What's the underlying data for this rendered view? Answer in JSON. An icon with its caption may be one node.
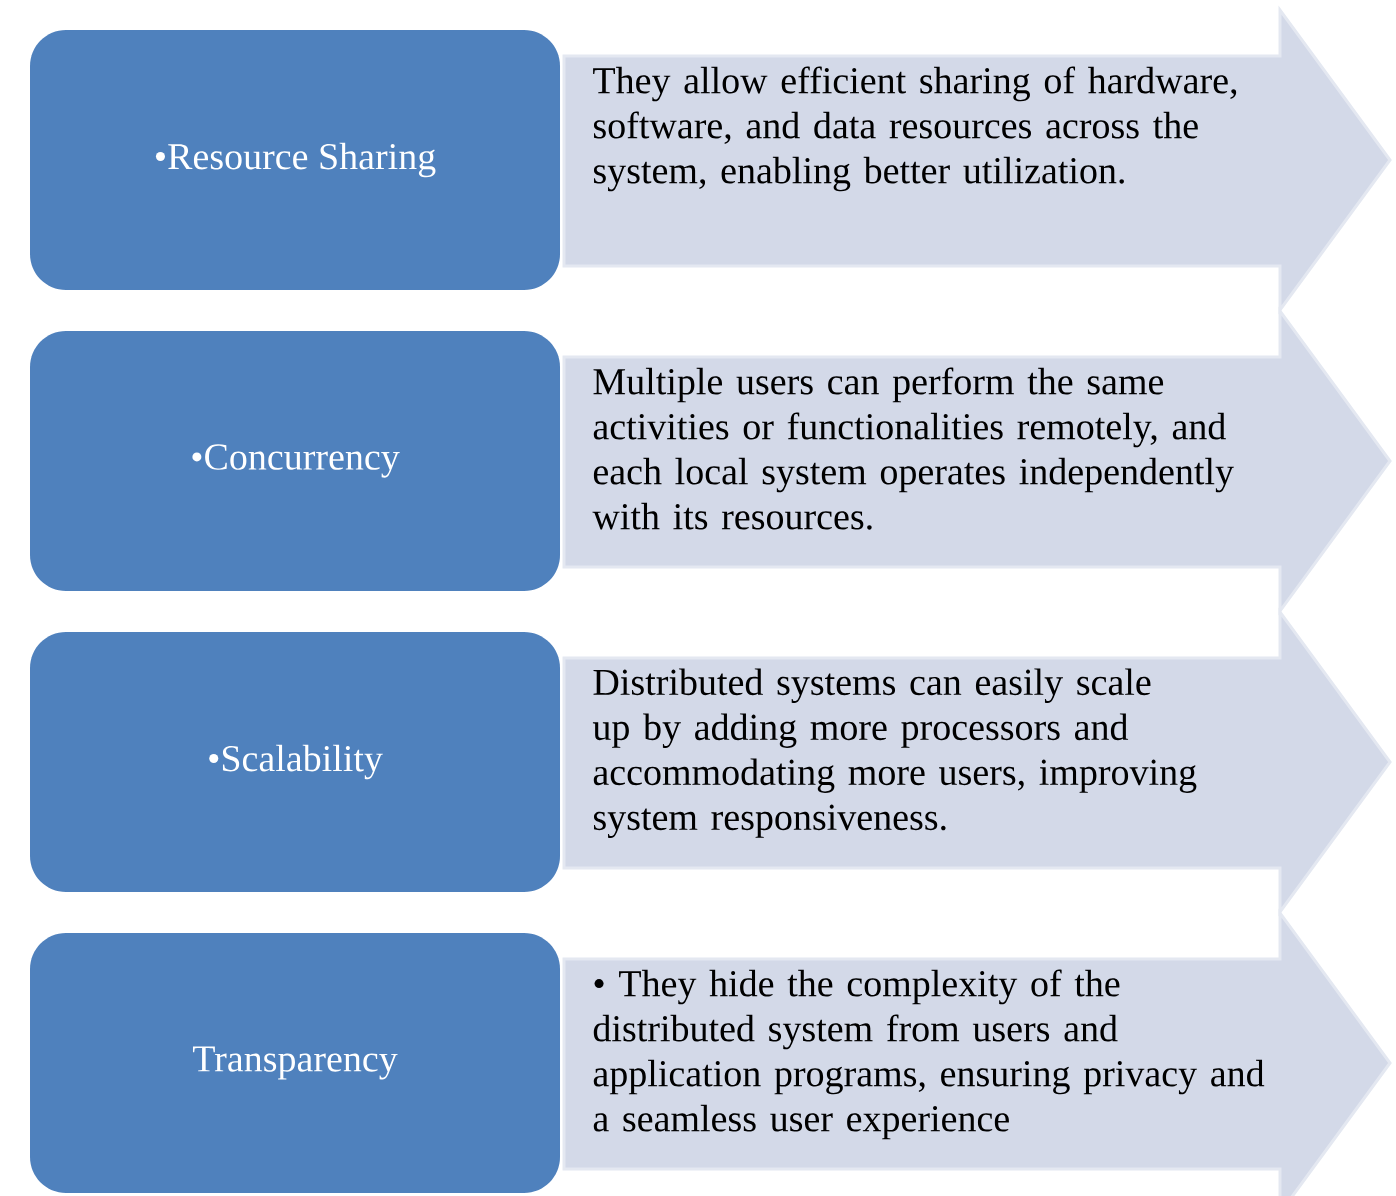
{
  "diagram": {
    "nodes": [
      {
        "text": [
          "•Resource Sharing"
        ]
      },
      {
        "text": [
          "They allow efficient sharing of hardware, software, and data resources across the system, enabling better utilization."
        ]
      },
      {
        "text": [
          "•Concurrency"
        ]
      },
      {
        "text": [
          "Multiple users can perform the same activities or functionalities remotely, and each local system operates independently with its resources."
        ]
      },
      {
        "text": [
          "•Scalability"
        ]
      },
      {
        "text": [
          "Distributed systems can easily scale up by adding more processors and accommodating more users, improving system responsiveness."
        ]
      },
      {
        "text": [
          "Transparency"
        ]
      },
      {
        "text": [
          "• They hide the complexity of the distributed system from users and application programs, ensuring privacy and a seamless user experience"
        ]
      }
    ]
  }
}
